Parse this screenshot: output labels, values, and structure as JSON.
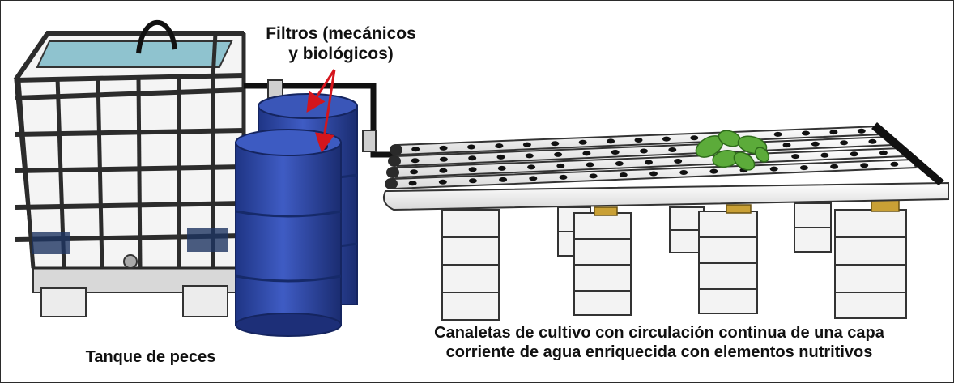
{
  "labels": {
    "filters_line1": "Filtros (mecánicos",
    "filters_line2": "y biológicos)",
    "tank": "Tanque de peces",
    "channels_line1": "Canaletas de cultivo con circulación continua de una capa",
    "channels_line2": "corriente de agua enriquecida con elementos nutritivos"
  },
  "colors": {
    "barrel_blue": "#2f4aa8",
    "arrow_red": "#d4151c",
    "plant_green": "#5cab3a",
    "tank_water": "#8fc3cf",
    "frame_gray": "#3c3c3c"
  },
  "icons": {
    "tank": "ibc-tote-tank",
    "filters": "blue-barrels",
    "channels": "grow-pipes",
    "plant": "plant-leaves",
    "supports": "cinder-blocks"
  }
}
